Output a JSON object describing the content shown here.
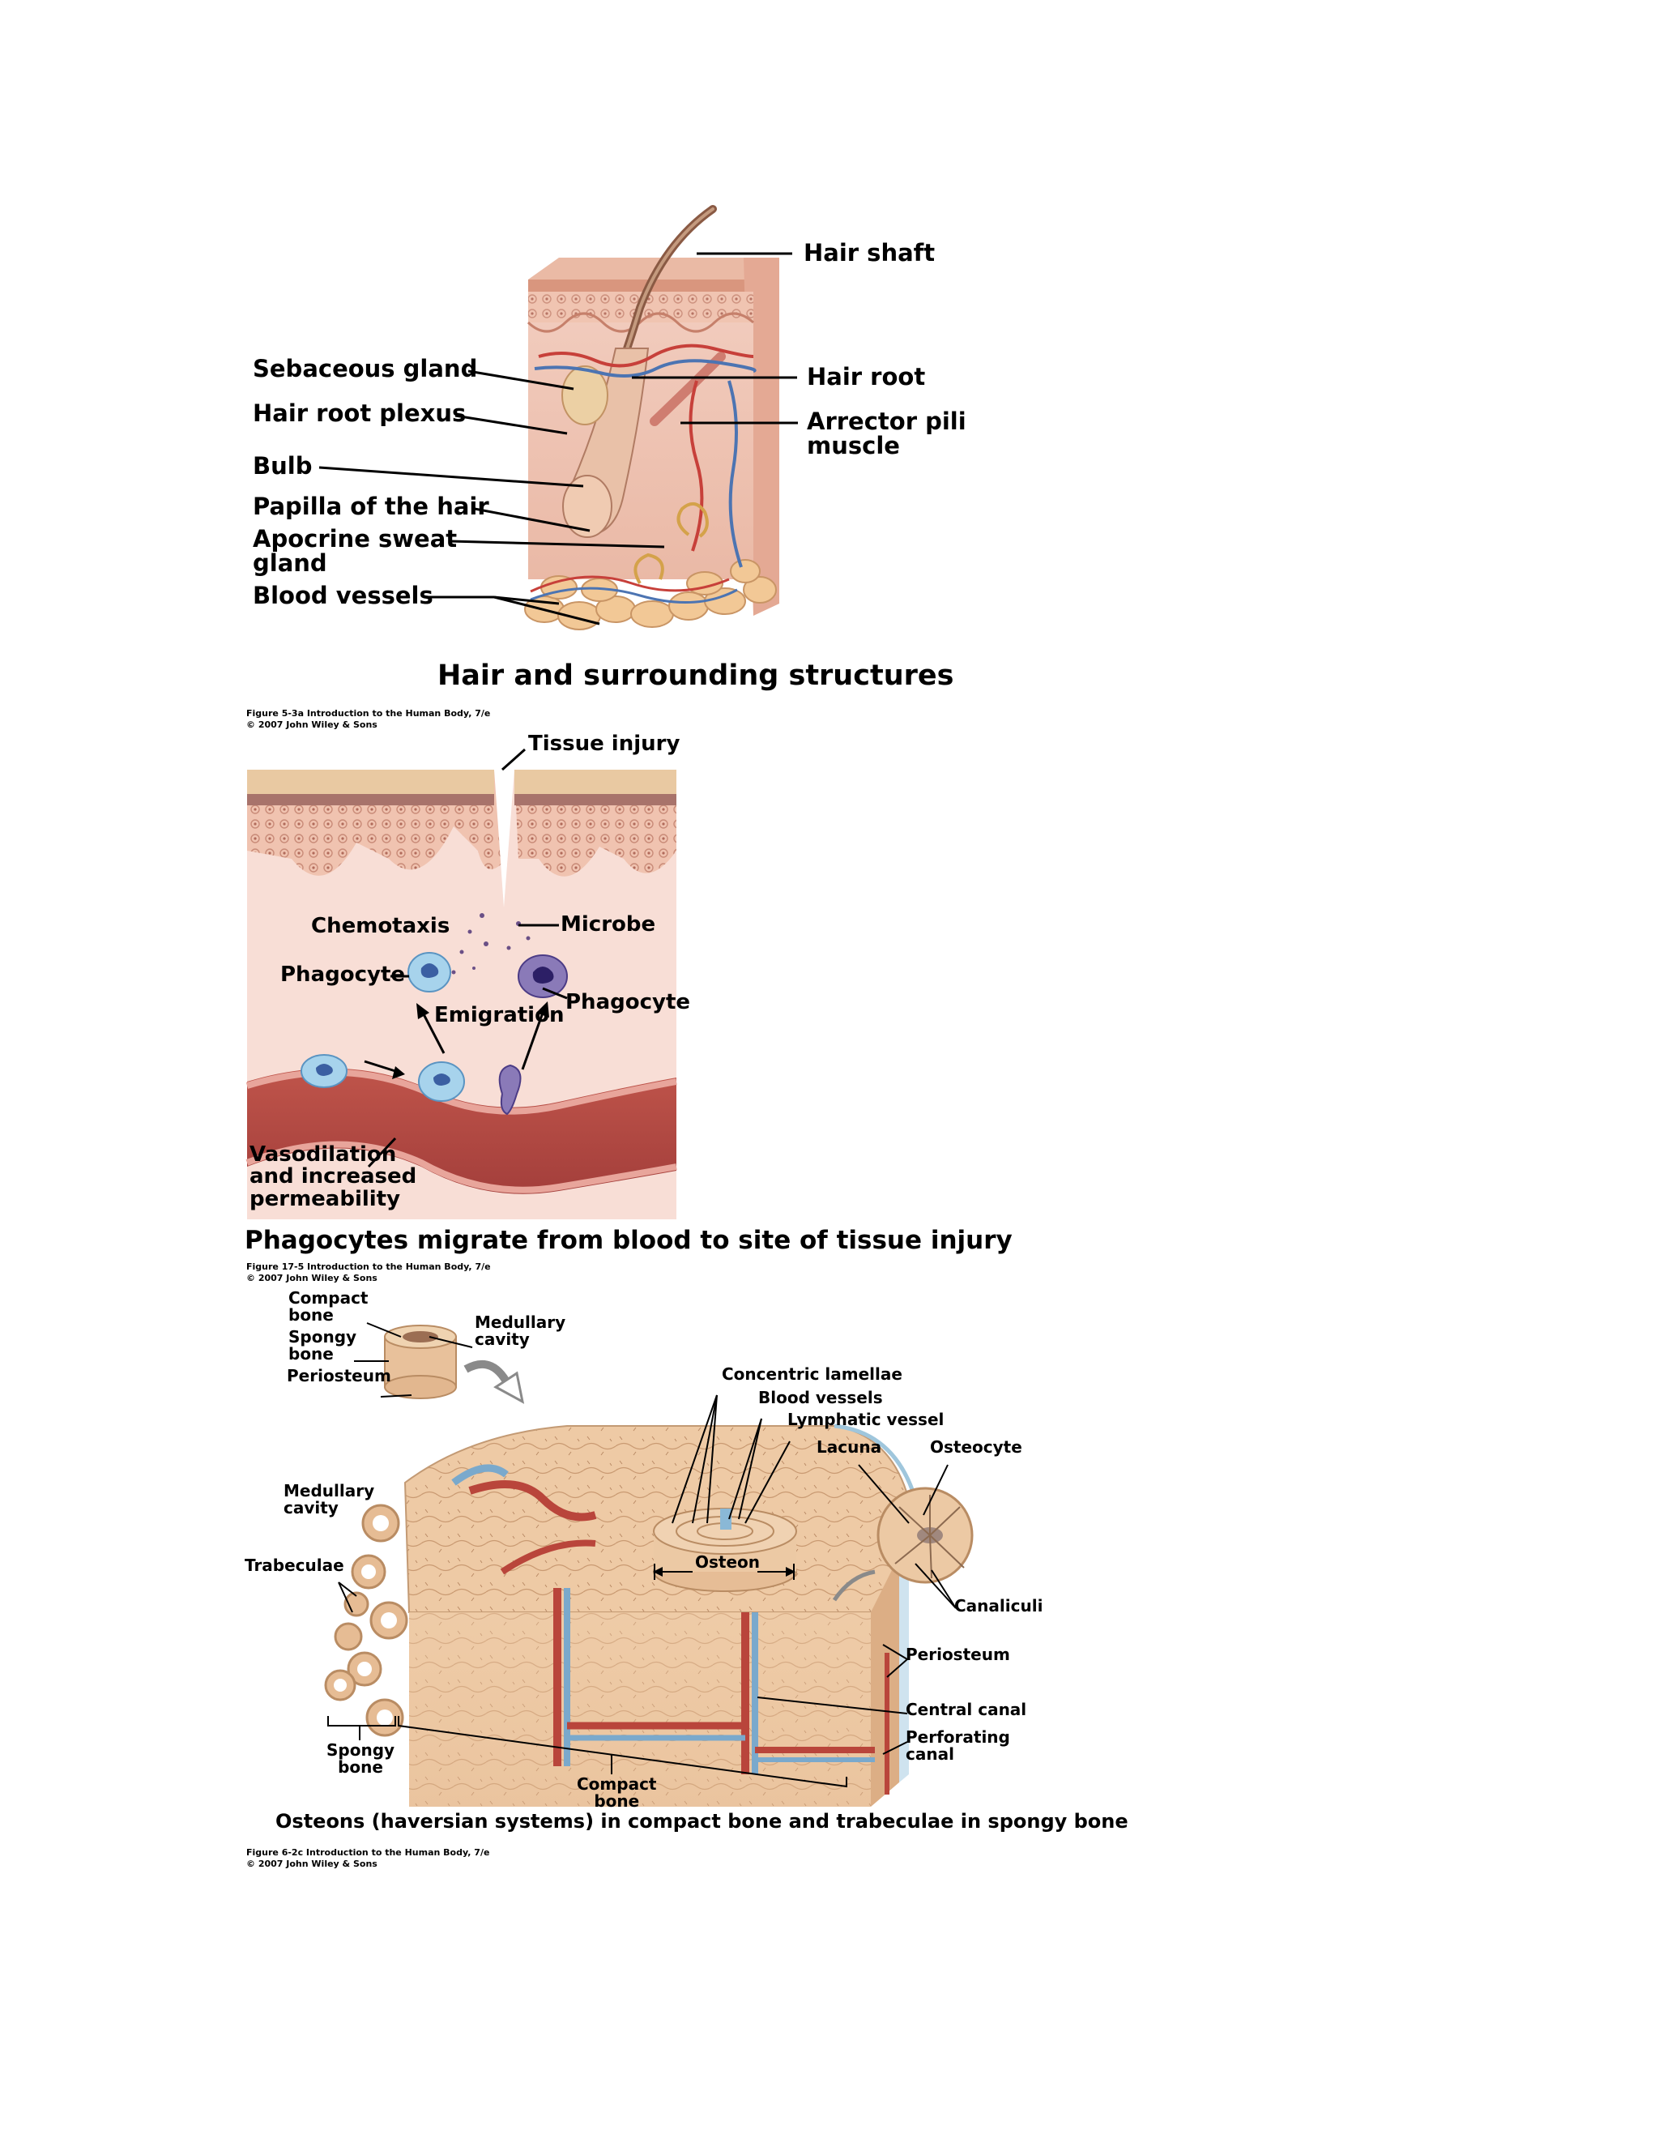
{
  "figure1": {
    "title": "Hair and surrounding structures",
    "credit_line1": "Figure 5-3a  Introduction to the Human Body, 7/e",
    "credit_line2": "© 2007 John Wiley & Sons",
    "labels": {
      "hair_shaft": "Hair shaft",
      "sebaceous_gland": "Sebaceous gland",
      "hair_root": "Hair root",
      "hair_root_plexus": "Hair root plexus",
      "arrector_pili_1": "Arrector pili",
      "arrector_pili_2": "muscle",
      "bulb": "Bulb",
      "papilla": "Papilla of the hair",
      "apocrine_1": "Apocrine sweat",
      "apocrine_2": "gland",
      "blood_vessels": "Blood vessels"
    }
  },
  "figure2": {
    "title": "Phagocytes migrate from blood to site of tissue injury",
    "credit_line1": "Figure 17-5  Introduction to the Human Body, 7/e",
    "credit_line2": "© 2007 John Wiley & Sons",
    "labels": {
      "tissue_injury": "Tissue injury",
      "chemotaxis": "Chemotaxis",
      "microbe": "Microbe",
      "phagocyte_left": "Phagocyte",
      "phagocyte_right": "Phagocyte",
      "emigration": "Emigration",
      "vasodilation_1": "Vasodilation",
      "vasodilation_2": "and increased",
      "vasodilation_3": "permeability"
    }
  },
  "figure3": {
    "title": "Osteons (haversian systems) in compact bone and trabeculae in spongy bone",
    "credit_line1": "Figure 6-2c  Introduction to the Human Body, 7/e",
    "credit_line2": "© 2007 John Wiley & Sons",
    "labels": {
      "compact_bone_top_1": "Compact",
      "compact_bone_top_2": "bone",
      "spongy_bone_top_1": "Spongy",
      "spongy_bone_top_2": "bone",
      "periosteum_top": "Periosteum",
      "medullary_top_1": "Medullary",
      "medullary_top_2": "cavity",
      "concentric_lamellae": "Concentric lamellae",
      "blood_vessels": "Blood vessels",
      "lymphatic_vessel": "Lymphatic vessel",
      "lacuna": "Lacuna",
      "osteocyte": "Osteocyte",
      "medullary_left_1": "Medullary",
      "medullary_left_2": "cavity",
      "osteon": "Osteon",
      "trabeculae": "Trabeculae",
      "canaliculi": "Canaliculi",
      "periosteum_right": "Periosteum",
      "central_canal": "Central canal",
      "perforating_1": "Perforating",
      "perforating_2": "canal",
      "spongy_bottom_1": "Spongy",
      "spongy_bottom_2": "bone",
      "compact_bottom_1": "Compact",
      "compact_bottom_2": "bone"
    }
  }
}
